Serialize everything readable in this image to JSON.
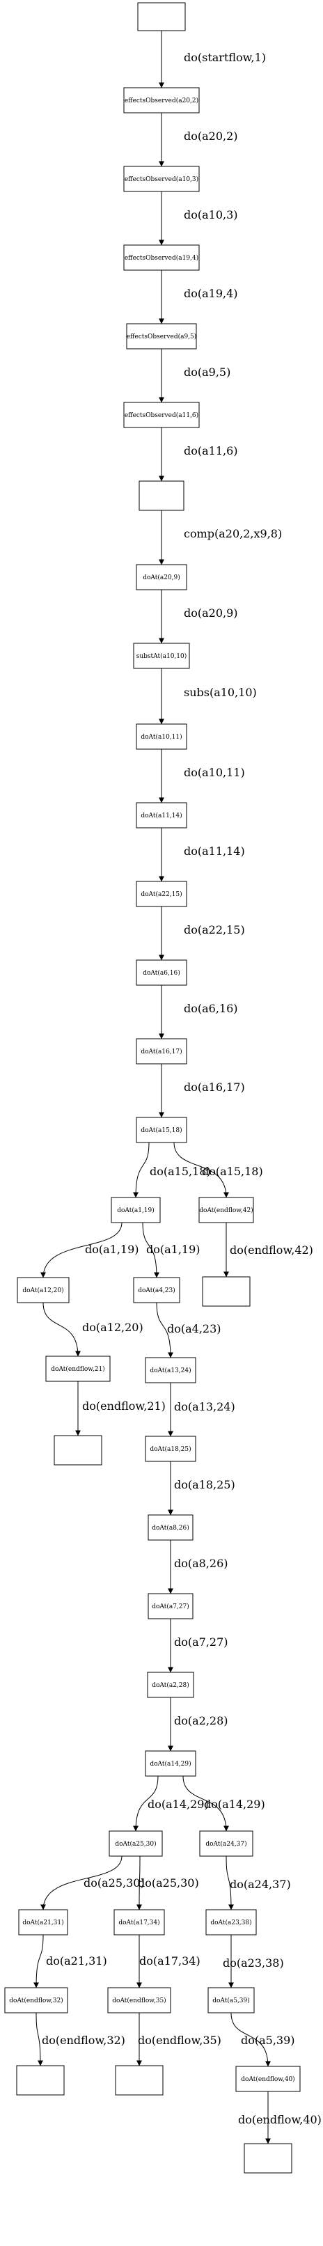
{
  "diagram": {
    "nodes": [
      {
        "id": "start",
        "label": ""
      },
      {
        "id": "n1",
        "label": "effectsObserved(a20,2)"
      },
      {
        "id": "n2",
        "label": "effectsObserved(a10,3)"
      },
      {
        "id": "n3",
        "label": "effectsObserved(a19,4)"
      },
      {
        "id": "n4",
        "label": "effectsObserved(a9,5)"
      },
      {
        "id": "n5",
        "label": "effectsObserved(a11,6)"
      },
      {
        "id": "n6",
        "label": ""
      },
      {
        "id": "n7",
        "label": "doAt(a20,9)"
      },
      {
        "id": "n8",
        "label": "substAt(a10,10)"
      },
      {
        "id": "n9",
        "label": "doAt(a10,11)"
      },
      {
        "id": "n10",
        "label": "doAt(a11,14)"
      },
      {
        "id": "n11",
        "label": "doAt(a22,15)"
      },
      {
        "id": "n12",
        "label": "doAt(a6,16)"
      },
      {
        "id": "n13",
        "label": "doAt(a16,17)"
      },
      {
        "id": "n14",
        "label": "doAt(a15,18)"
      },
      {
        "id": "n15",
        "label": "doAt(a1,19)"
      },
      {
        "id": "n16",
        "label": "doAt(endflow,42)"
      },
      {
        "id": "n17",
        "label": ""
      },
      {
        "id": "n18",
        "label": "doAt(a12,20)"
      },
      {
        "id": "n19",
        "label": "doAt(a4,23)"
      },
      {
        "id": "n20",
        "label": "doAt(endflow,21)"
      },
      {
        "id": "n21",
        "label": ""
      },
      {
        "id": "n22",
        "label": "doAt(a13,24)"
      },
      {
        "id": "n23",
        "label": "doAt(a18,25)"
      },
      {
        "id": "n24",
        "label": "doAt(a8,26)"
      },
      {
        "id": "n25",
        "label": "doAt(a7,27)"
      },
      {
        "id": "n26",
        "label": "doAt(a2,28)"
      },
      {
        "id": "n27",
        "label": "doAt(a14,29)"
      },
      {
        "id": "n28",
        "label": "doAt(a25,30)"
      },
      {
        "id": "n29",
        "label": "doAt(a24,37)"
      },
      {
        "id": "n30",
        "label": "doAt(a21,31)"
      },
      {
        "id": "n31",
        "label": "doAt(a17,34)"
      },
      {
        "id": "n32",
        "label": "doAt(a23,38)"
      },
      {
        "id": "n33",
        "label": "doAt(endflow,32)"
      },
      {
        "id": "n34",
        "label": "doAt(endflow,35)"
      },
      {
        "id": "n35",
        "label": "doAt(a5,39)"
      },
      {
        "id": "n36",
        "label": ""
      },
      {
        "id": "n37",
        "label": ""
      },
      {
        "id": "n38",
        "label": "doAt(endflow,40)"
      },
      {
        "id": "n39",
        "label": ""
      }
    ],
    "edges": [
      {
        "from": "start",
        "to": "n1",
        "label": "do(startflow,1)"
      },
      {
        "from": "n1",
        "to": "n2",
        "label": "do(a20,2)"
      },
      {
        "from": "n2",
        "to": "n3",
        "label": "do(a10,3)"
      },
      {
        "from": "n3",
        "to": "n4",
        "label": "do(a19,4)"
      },
      {
        "from": "n4",
        "to": "n5",
        "label": "do(a9,5)"
      },
      {
        "from": "n5",
        "to": "n6",
        "label": "do(a11,6)"
      },
      {
        "from": "n6",
        "to": "n7",
        "label": "comp(a20,2,x9,8)"
      },
      {
        "from": "n7",
        "to": "n8",
        "label": "do(a20,9)"
      },
      {
        "from": "n8",
        "to": "n9",
        "label": "subs(a10,10)"
      },
      {
        "from": "n9",
        "to": "n10",
        "label": "do(a10,11)"
      },
      {
        "from": "n10",
        "to": "n11",
        "label": "do(a11,14)"
      },
      {
        "from": "n11",
        "to": "n12",
        "label": "do(a22,15)"
      },
      {
        "from": "n12",
        "to": "n13",
        "label": "do(a6,16)"
      },
      {
        "from": "n13",
        "to": "n14",
        "label": "do(a16,17)"
      },
      {
        "from": "n14",
        "to": "n15",
        "label": "do(a15,18)"
      },
      {
        "from": "n14",
        "to": "n16",
        "label": "do(a15,18)"
      },
      {
        "from": "n16",
        "to": "n17",
        "label": "do(endflow,42)"
      },
      {
        "from": "n15",
        "to": "n18",
        "label": "do(a1,19)"
      },
      {
        "from": "n15",
        "to": "n19",
        "label": "do(a1,19)"
      },
      {
        "from": "n18",
        "to": "n20",
        "label": "do(a12,20)"
      },
      {
        "from": "n20",
        "to": "n21",
        "label": "do(endflow,21)"
      },
      {
        "from": "n19",
        "to": "n22",
        "label": "do(a4,23)"
      },
      {
        "from": "n22",
        "to": "n23",
        "label": "do(a13,24)"
      },
      {
        "from": "n23",
        "to": "n24",
        "label": "do(a18,25)"
      },
      {
        "from": "n24",
        "to": "n25",
        "label": "do(a8,26)"
      },
      {
        "from": "n25",
        "to": "n26",
        "label": "do(a7,27)"
      },
      {
        "from": "n26",
        "to": "n27",
        "label": "do(a2,28)"
      },
      {
        "from": "n27",
        "to": "n28",
        "label": "do(a14,29)"
      },
      {
        "from": "n27",
        "to": "n29",
        "label": "do(a14,29)"
      },
      {
        "from": "n28",
        "to": "n30",
        "label": "do(a25,30)"
      },
      {
        "from": "n28",
        "to": "n31",
        "label": "do(a25,30)"
      },
      {
        "from": "n29",
        "to": "n32",
        "label": "do(a24,37)"
      },
      {
        "from": "n30",
        "to": "n33",
        "label": "do(a21,31)"
      },
      {
        "from": "n31",
        "to": "n34",
        "label": "do(a17,34)"
      },
      {
        "from": "n32",
        "to": "n35",
        "label": "do(a23,38)"
      },
      {
        "from": "n33",
        "to": "n36",
        "label": "do(endflow,32)"
      },
      {
        "from": "n34",
        "to": "n37",
        "label": "do(endflow,35)"
      },
      {
        "from": "n35",
        "to": "n38",
        "label": "do(a5,39)"
      },
      {
        "from": "n38",
        "to": "n39",
        "label": "do(endflow,40)"
      }
    ]
  },
  "colors": {
    "stroke": "#000000",
    "background": "#ffffff",
    "text": "#000000"
  }
}
